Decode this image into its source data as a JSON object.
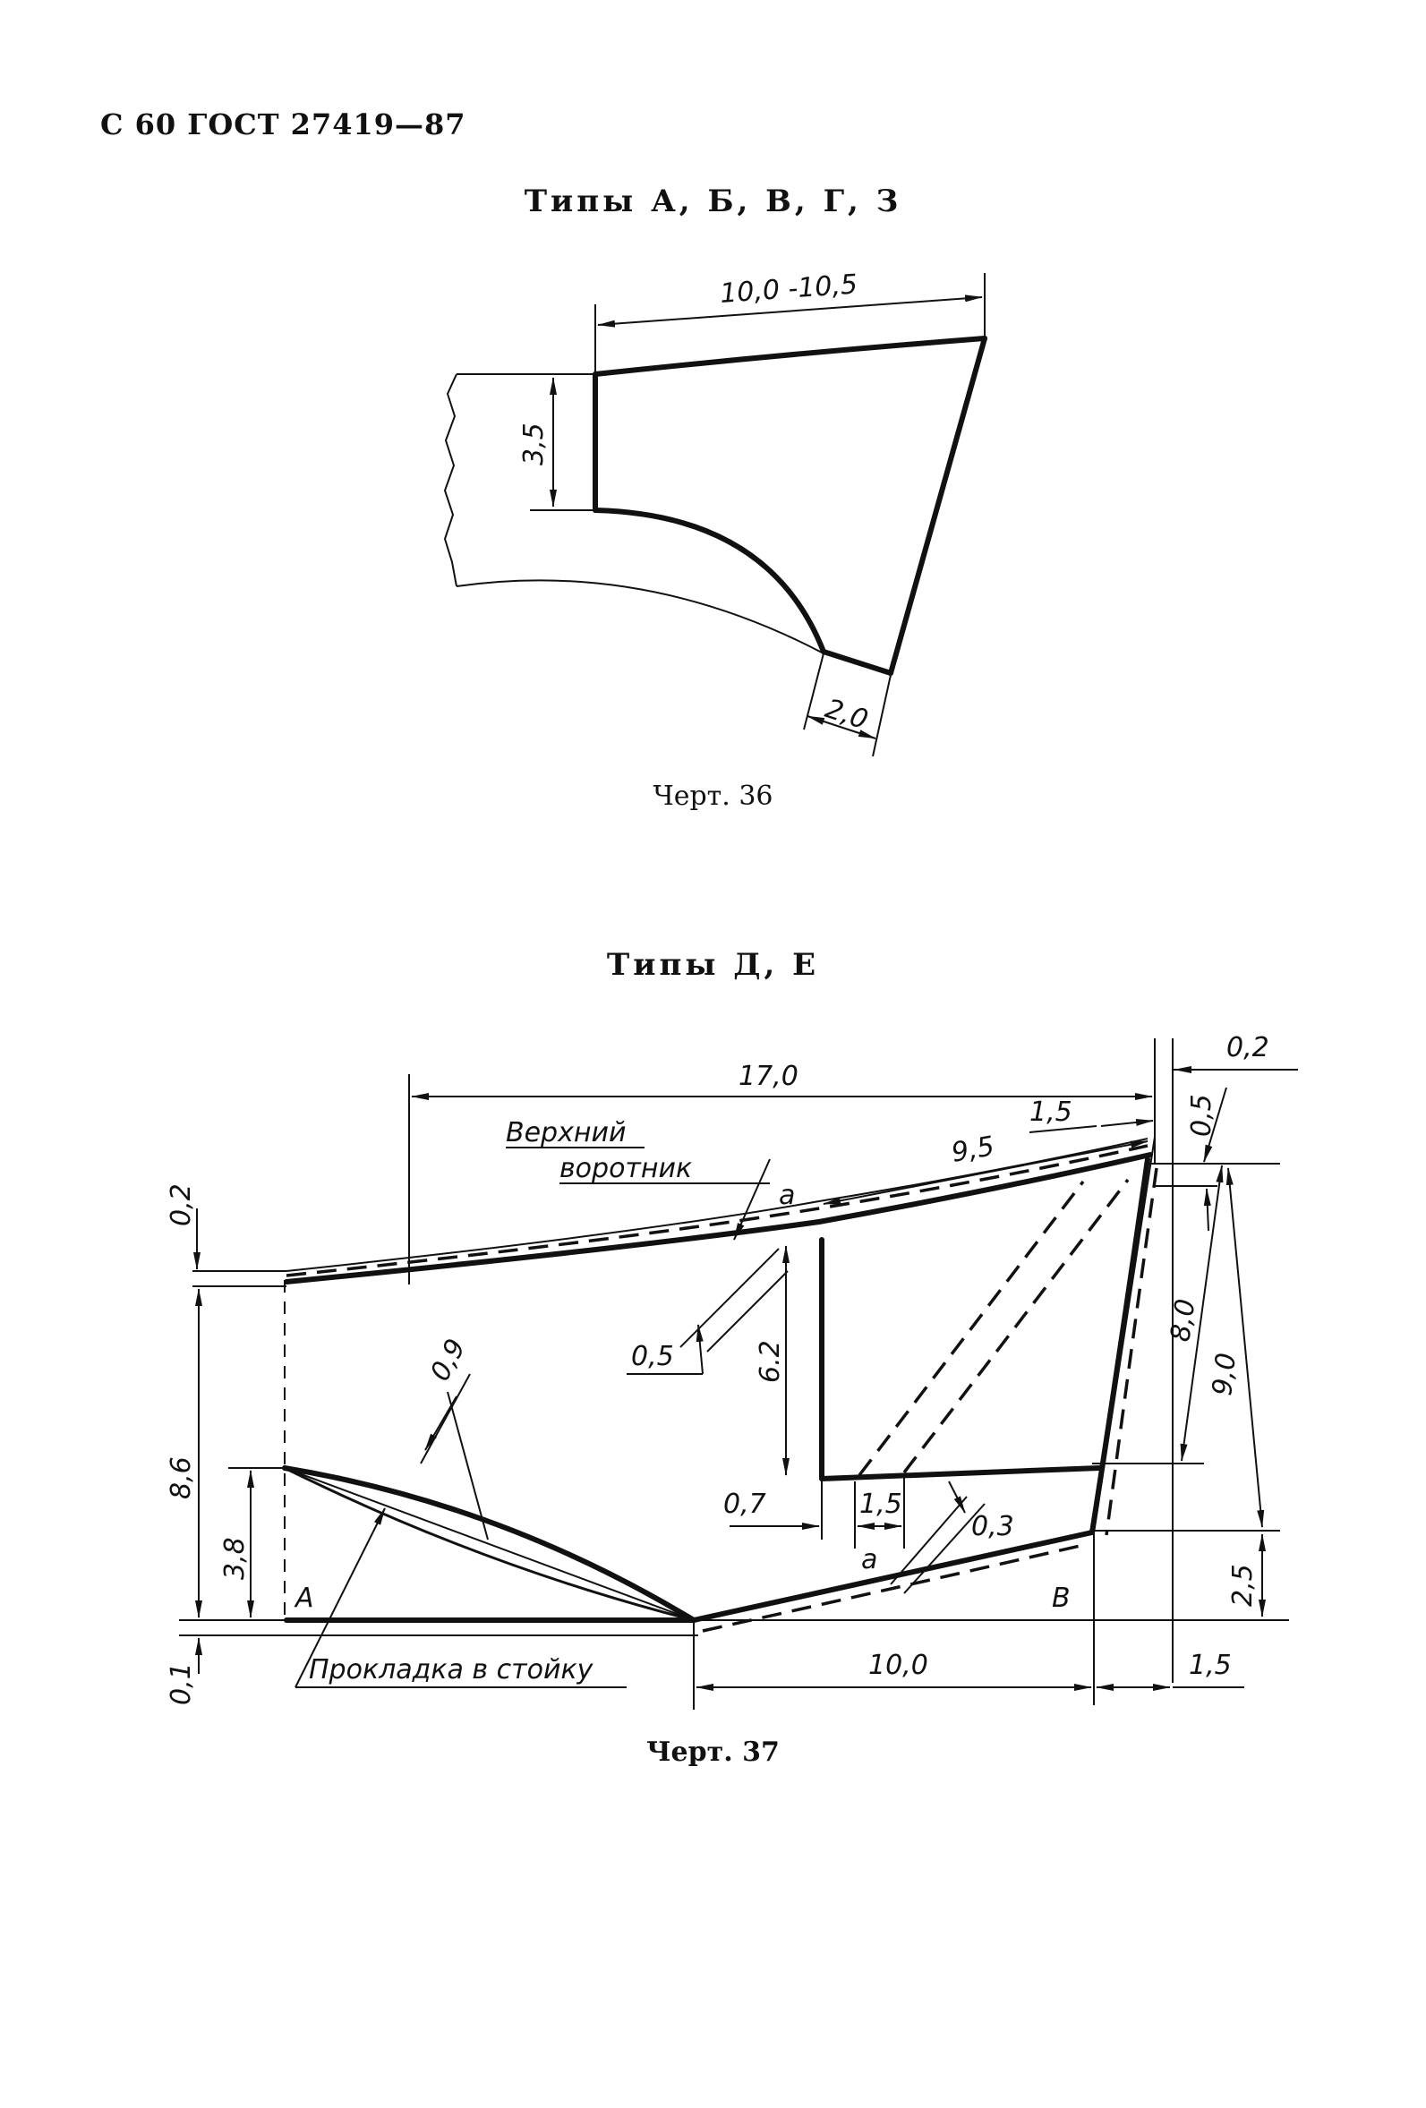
{
  "header": {
    "text": "С 60 ГОСТ 27419—87"
  },
  "figure36": {
    "title": "Типы А, Б, В, Г, З",
    "caption": "Черт. 36",
    "dims": {
      "width": "10,0 -10,5",
      "height": "3,5",
      "bottom": "2,0"
    }
  },
  "figure37": {
    "title": "Типы Д, Е",
    "caption": "Черт. 37",
    "labels": {
      "upper_collar_1": "Верхний",
      "upper_collar_2": "воротник",
      "interlining": "Прокладка в стойку",
      "point_a": "А",
      "point_b": "В",
      "mark_a1": "а",
      "mark_a2": "а"
    },
    "dims": {
      "d17": "17,0",
      "d02_top": "0,2",
      "d15_top": "1,5",
      "d05_right": "0,5",
      "d95": "9,5",
      "d02_left": "0,2",
      "d09": "0,9",
      "d05_mid": "0,5",
      "d62": "6.2",
      "d80": "8,0",
      "d90": "9,0",
      "d86": "8,6",
      "d38": "3,8",
      "d07": "0,7",
      "d15_mid": "1,5",
      "d03": "0,3",
      "d25": "2,5",
      "d01": "0,1",
      "d100": "10,0",
      "d15_bottom": "1,5"
    }
  }
}
